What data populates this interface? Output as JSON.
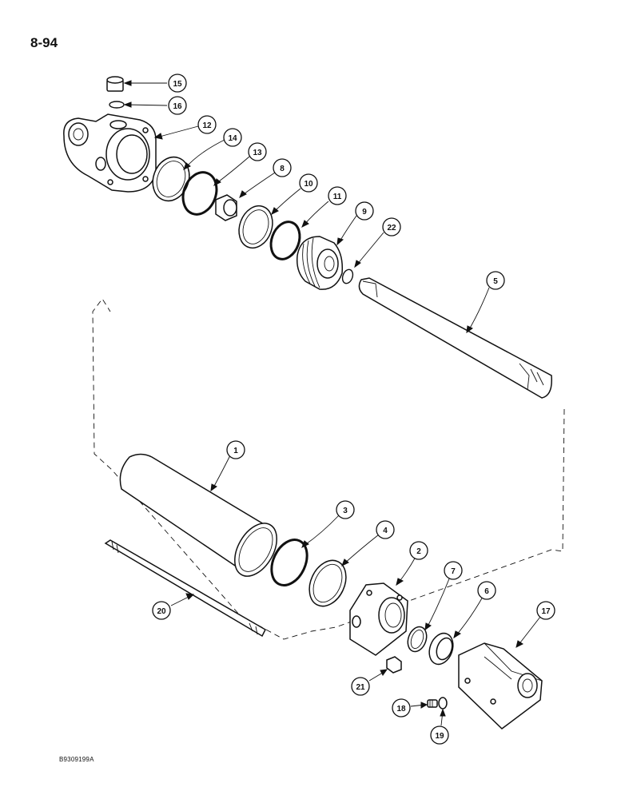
{
  "page_number": "8-94",
  "figure_code": "B9309199A",
  "callouts": [
    {
      "label": "15"
    },
    {
      "label": "16"
    },
    {
      "label": "12"
    },
    {
      "label": "14"
    },
    {
      "label": "13"
    },
    {
      "label": "8"
    },
    {
      "label": "10"
    },
    {
      "label": "11"
    },
    {
      "label": "9"
    },
    {
      "label": "22"
    },
    {
      "label": "5"
    },
    {
      "label": "1"
    },
    {
      "label": "3"
    },
    {
      "label": "4"
    },
    {
      "label": "2"
    },
    {
      "label": "7"
    },
    {
      "label": "6"
    },
    {
      "label": "17"
    },
    {
      "label": "20"
    },
    {
      "label": "21"
    },
    {
      "label": "18"
    },
    {
      "label": "19"
    }
  ]
}
